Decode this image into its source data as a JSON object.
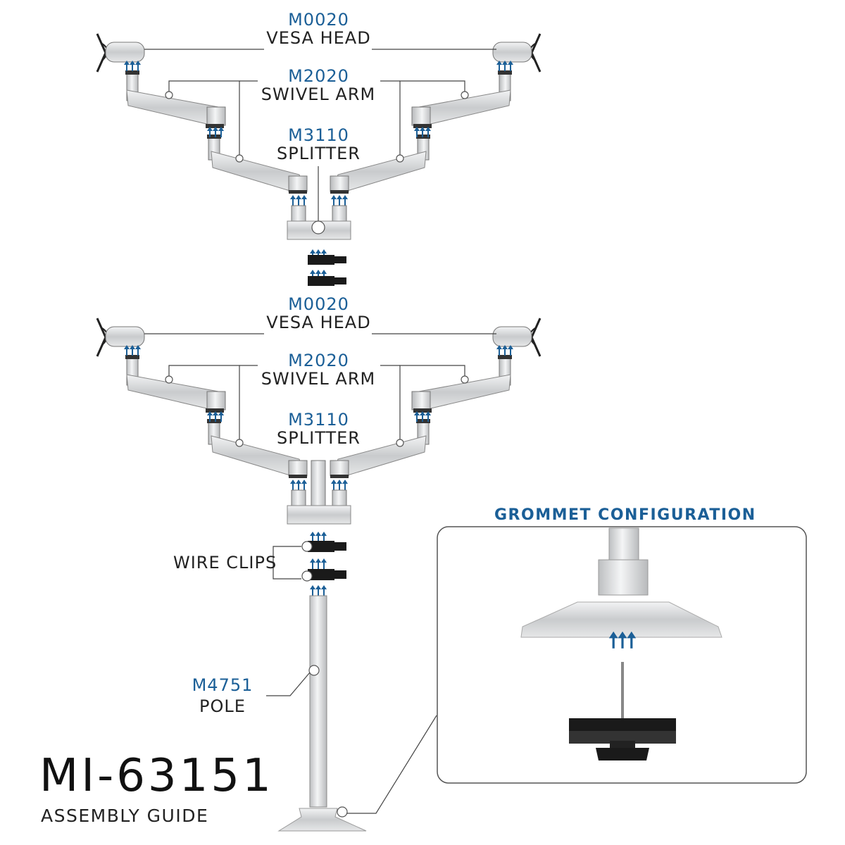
{
  "groups": [
    {
      "vesa_code": "M0020",
      "vesa_name": "VESA HEAD",
      "arm_code": "M2020",
      "arm_name": "SWIVEL ARM",
      "splitter_code": "M3110",
      "splitter_name": "SPLITTER"
    },
    {
      "vesa_code": "M0020",
      "vesa_name": "VESA HEAD",
      "arm_code": "M2020",
      "arm_name": "SWIVEL ARM",
      "splitter_code": "M3110",
      "splitter_name": "SPLITTER"
    }
  ],
  "wire_clips": "WIRE CLIPS",
  "pole": {
    "code": "M4751",
    "name": "POLE"
  },
  "inset": {
    "title": "GROMMET CONFIGURATION"
  },
  "model": "MI-63151",
  "subtitle": "ASSEMBLY GUIDE",
  "colors": {
    "accent": "#1b5f97",
    "text": "#222222",
    "metal": "#d4d6d8",
    "dark": "#1a1a1a"
  }
}
